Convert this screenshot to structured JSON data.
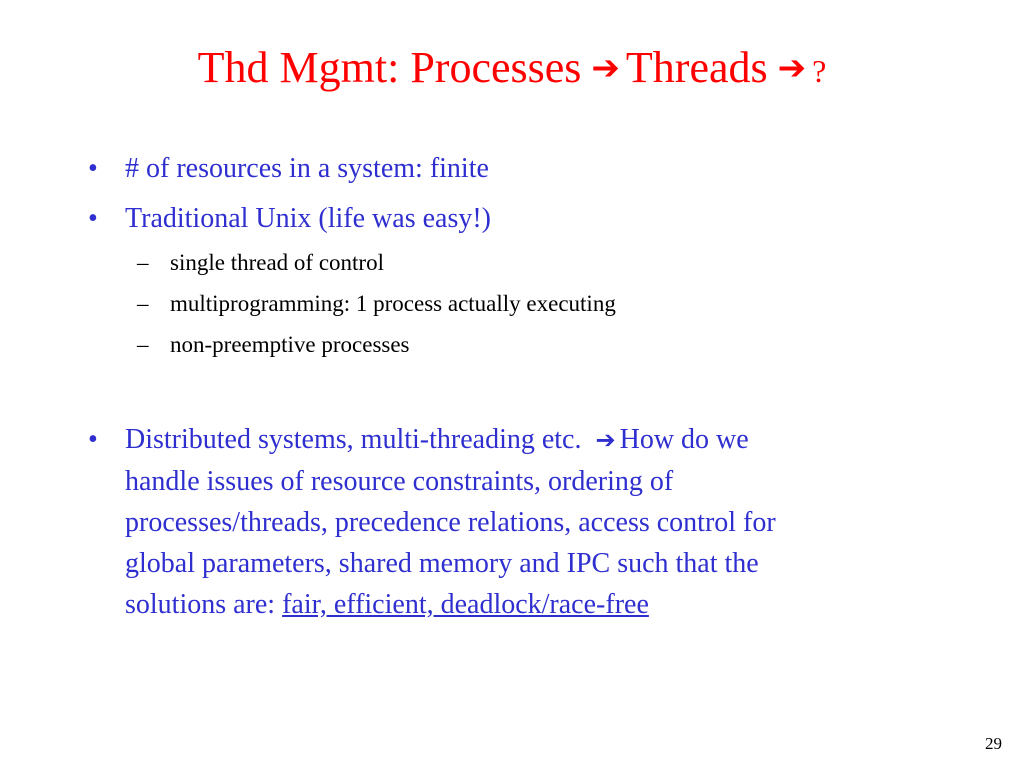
{
  "slide": {
    "title": {
      "part1": "Thd Mgmt: Processes",
      "arrow1": "➔",
      "part2": "Threads",
      "arrow2": "➔",
      "part3": "?"
    },
    "bullets": [
      {
        "marker": "•",
        "text": "# of resources in a system: finite"
      },
      {
        "marker": "•",
        "text": "Traditional Unix (life was easy!)"
      }
    ],
    "subbullets": [
      {
        "marker": "–",
        "text": "single thread of control"
      },
      {
        "marker": "–",
        "text": "multiprogramming: 1 process actually executing"
      },
      {
        "marker": "–",
        "text": "non-preemptive processes"
      }
    ],
    "third_bullet": {
      "marker": "•",
      "lead": "Distributed systems, multi-threading etc.",
      "arrow": "➔",
      "line1_tail": "How do we",
      "line2": "handle issues of resource constraints, ordering of",
      "line3": "processes/threads, precedence relations, access control for",
      "line4": "global parameters, shared memory and IPC such that the",
      "line5_lead": "solutions are: ",
      "line5_underlined": "fair, efficient, deadlock/race-free"
    },
    "page_number": "29"
  },
  "colors": {
    "title": "#ff0000",
    "bullet_text": "#2f2fd0",
    "sub_text": "#000000",
    "background": "#ffffff"
  }
}
